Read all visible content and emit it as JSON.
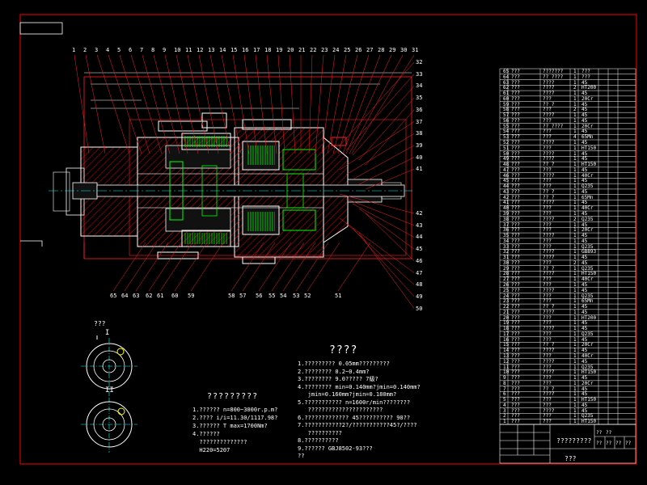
{
  "colors": {
    "background": "#000000",
    "frame": "#ff0000",
    "geometry": "#ffffff",
    "leader": "#ff2020",
    "hatch": "#ff0000",
    "centerline": "#00ffff",
    "dimension": "#00ff00",
    "text": "#ffffff",
    "hidden": "#00ffff"
  },
  "balloons_top": [
    "1",
    "2",
    "3",
    "4",
    "5",
    "6",
    "7",
    "8",
    "9",
    "10",
    "11",
    "12",
    "13",
    "14",
    "15",
    "16",
    "17",
    "18",
    "19",
    "20",
    "21",
    "22",
    "23",
    "24",
    "25",
    "26",
    "27",
    "28",
    "29",
    "30",
    "31"
  ],
  "balloons_right": [
    "32",
    "33",
    "34",
    "35",
    "36",
    "37",
    "38",
    "39",
    "40",
    "41",
    "42",
    "43",
    "44",
    "45",
    "46",
    "47",
    "48",
    "49",
    "50"
  ],
  "balloons_bottom": [
    "65",
    "64",
    "63",
    "62",
    "61",
    "60",
    "59",
    "58",
    "57",
    "56",
    "55",
    "54",
    "53",
    "52",
    "51"
  ],
  "section_marks": {
    "top_view": "I",
    "bottom_view": "II",
    "view_label": "???"
  },
  "notes_title": "????",
  "notes": [
    "1.????????? 0.05mm?????????",
    "2.???????? 0.2~0.4mm?",
    "3.???????? 9.0????? 7級?",
    "4.???????? min=0.140mm?jmin=0.140mm?",
    "   jmin=0.160mm?jmin=0.180mm?",
    "5.??????????? n=1600r/min????????",
    "   ??????????????????????",
    "6.????????????? 45?????????? 90??",
    "7.???????????2?/???????????45?/????",
    "   ??????????",
    "8.??????????",
    "9.?????? GBJ8502-93???",
    "??"
  ],
  "specs_title": "?????????",
  "specs": [
    "1.?????? n=800~3000r.p.m?",
    "2.???? i/i=11.30/1117.98?",
    "3.?????? T max=1700Nm?",
    "4.??????",
    "  ??????????????",
    "  H220=5207"
  ],
  "bom_rows": [
    [
      "65",
      "???",
      "???????",
      "1",
      "???"
    ],
    [
      "64",
      "???",
      "?? ????",
      "1",
      "???"
    ],
    [
      "63",
      "???",
      "????",
      "1",
      "45"
    ],
    [
      "62",
      "???",
      "????",
      "2",
      "HT200"
    ],
    [
      "61",
      "???",
      "????",
      "1",
      "45"
    ],
    [
      "60",
      "???",
      "???",
      "1",
      "20Cr"
    ],
    [
      "59",
      "???",
      "?? ?",
      "1",
      "45"
    ],
    [
      "58",
      "???",
      "???",
      "2",
      "45"
    ],
    [
      "57",
      "???",
      "????",
      "1",
      "45"
    ],
    [
      "56",
      "???",
      "???",
      "1",
      "45"
    ],
    [
      "55",
      "???",
      "?? ????",
      "1",
      "20Cr"
    ],
    [
      "54",
      "???",
      "???",
      "1",
      "45"
    ],
    [
      "53",
      "???",
      "???",
      "4",
      "65Mn"
    ],
    [
      "52",
      "???",
      "????",
      "1",
      "45"
    ],
    [
      "51",
      "???",
      "???",
      "1",
      "HT150"
    ],
    [
      "50",
      "???",
      "????",
      "1",
      "45"
    ],
    [
      "49",
      "???",
      "????",
      "1",
      "45"
    ],
    [
      "48",
      "???",
      "?? ?",
      "1",
      "HT150"
    ],
    [
      "47",
      "???",
      "???",
      "1",
      "45"
    ],
    [
      "46",
      "???",
      "????",
      "1",
      "40Cr"
    ],
    [
      "45",
      "???",
      "???",
      "1",
      "45"
    ],
    [
      "44",
      "???",
      "???",
      "1",
      "Q235"
    ],
    [
      "43",
      "???",
      "?? ?",
      "1",
      "45"
    ],
    [
      "42",
      "???",
      "?? ?",
      "1",
      "65Mn"
    ],
    [
      "41",
      "???",
      "????",
      "1",
      "45"
    ],
    [
      "40",
      "???",
      "???",
      "1",
      "40Cr"
    ],
    [
      "39",
      "???",
      "???",
      "1",
      "45"
    ],
    [
      "38",
      "???",
      "????",
      "2",
      "Q235"
    ],
    [
      "37",
      "???",
      "???",
      "1",
      "45"
    ],
    [
      "36",
      "???",
      "???",
      "1",
      "20Cr"
    ],
    [
      "35",
      "???",
      "????",
      "1",
      "45"
    ],
    [
      "34",
      "???",
      "???",
      "1",
      "45"
    ],
    [
      "33",
      "???",
      "???",
      "1",
      "Q235"
    ],
    [
      "32",
      "???",
      "????",
      "1",
      "GB893"
    ],
    [
      "31",
      "???",
      "????",
      "1",
      "45"
    ],
    [
      "30",
      "???",
      "???",
      "2",
      "45"
    ],
    [
      "29",
      "???",
      "?? ?",
      "1",
      "Q235"
    ],
    [
      "28",
      "???",
      "????",
      "1",
      "HT150"
    ],
    [
      "27",
      "???",
      "???",
      "1",
      "40Cr"
    ],
    [
      "26",
      "???",
      "???",
      "1",
      "45"
    ],
    [
      "25",
      "???",
      "????",
      "1",
      "45"
    ],
    [
      "24",
      "???",
      "???",
      "1",
      "Q235"
    ],
    [
      "23",
      "???",
      "???",
      "1",
      "65Mn"
    ],
    [
      "22",
      "???",
      "?? ?",
      "1",
      "45"
    ],
    [
      "21",
      "???",
      "????",
      "1",
      "45"
    ],
    [
      "20",
      "???",
      "???",
      "1",
      "HT200"
    ],
    [
      "19",
      "???",
      "???",
      "1",
      "45"
    ],
    [
      "18",
      "???",
      "????",
      "1",
      "45"
    ],
    [
      "17",
      "???",
      "???",
      "1",
      "Q235"
    ],
    [
      "16",
      "???",
      "???",
      "1",
      "45"
    ],
    [
      "15",
      "???",
      "?? ?",
      "1",
      "20Cr"
    ],
    [
      "14",
      "???",
      "????",
      "1",
      "45"
    ],
    [
      "13",
      "???",
      "???",
      "1",
      "40Cr"
    ],
    [
      "12",
      "???",
      "????",
      "1",
      "45"
    ],
    [
      "11",
      "???",
      "???",
      "1",
      "Q235"
    ],
    [
      "10",
      "???",
      "????",
      "1",
      "HT150"
    ],
    [
      "9",
      "???",
      "???",
      "1",
      "45"
    ],
    [
      "8",
      "???",
      "???",
      "1",
      "20Cr"
    ],
    [
      "7",
      "???",
      "?? ?",
      "1",
      "45"
    ],
    [
      "6",
      "???",
      "????",
      "1",
      "45"
    ],
    [
      "5",
      "???",
      "???",
      "1",
      "HT150"
    ],
    [
      "4",
      "???",
      "???",
      "1",
      "45"
    ],
    [
      "3",
      "???",
      "????",
      "1",
      "45"
    ],
    [
      "2",
      "???",
      "???",
      "1",
      "Q235"
    ],
    [
      "1",
      "???",
      "???",
      "1",
      "HT150"
    ]
  ],
  "title_block": {
    "drawing_name": "?????????",
    "label_bottom": "???",
    "cells": [
      "??",
      "??",
      "??",
      "??",
      "??",
      "??"
    ]
  }
}
